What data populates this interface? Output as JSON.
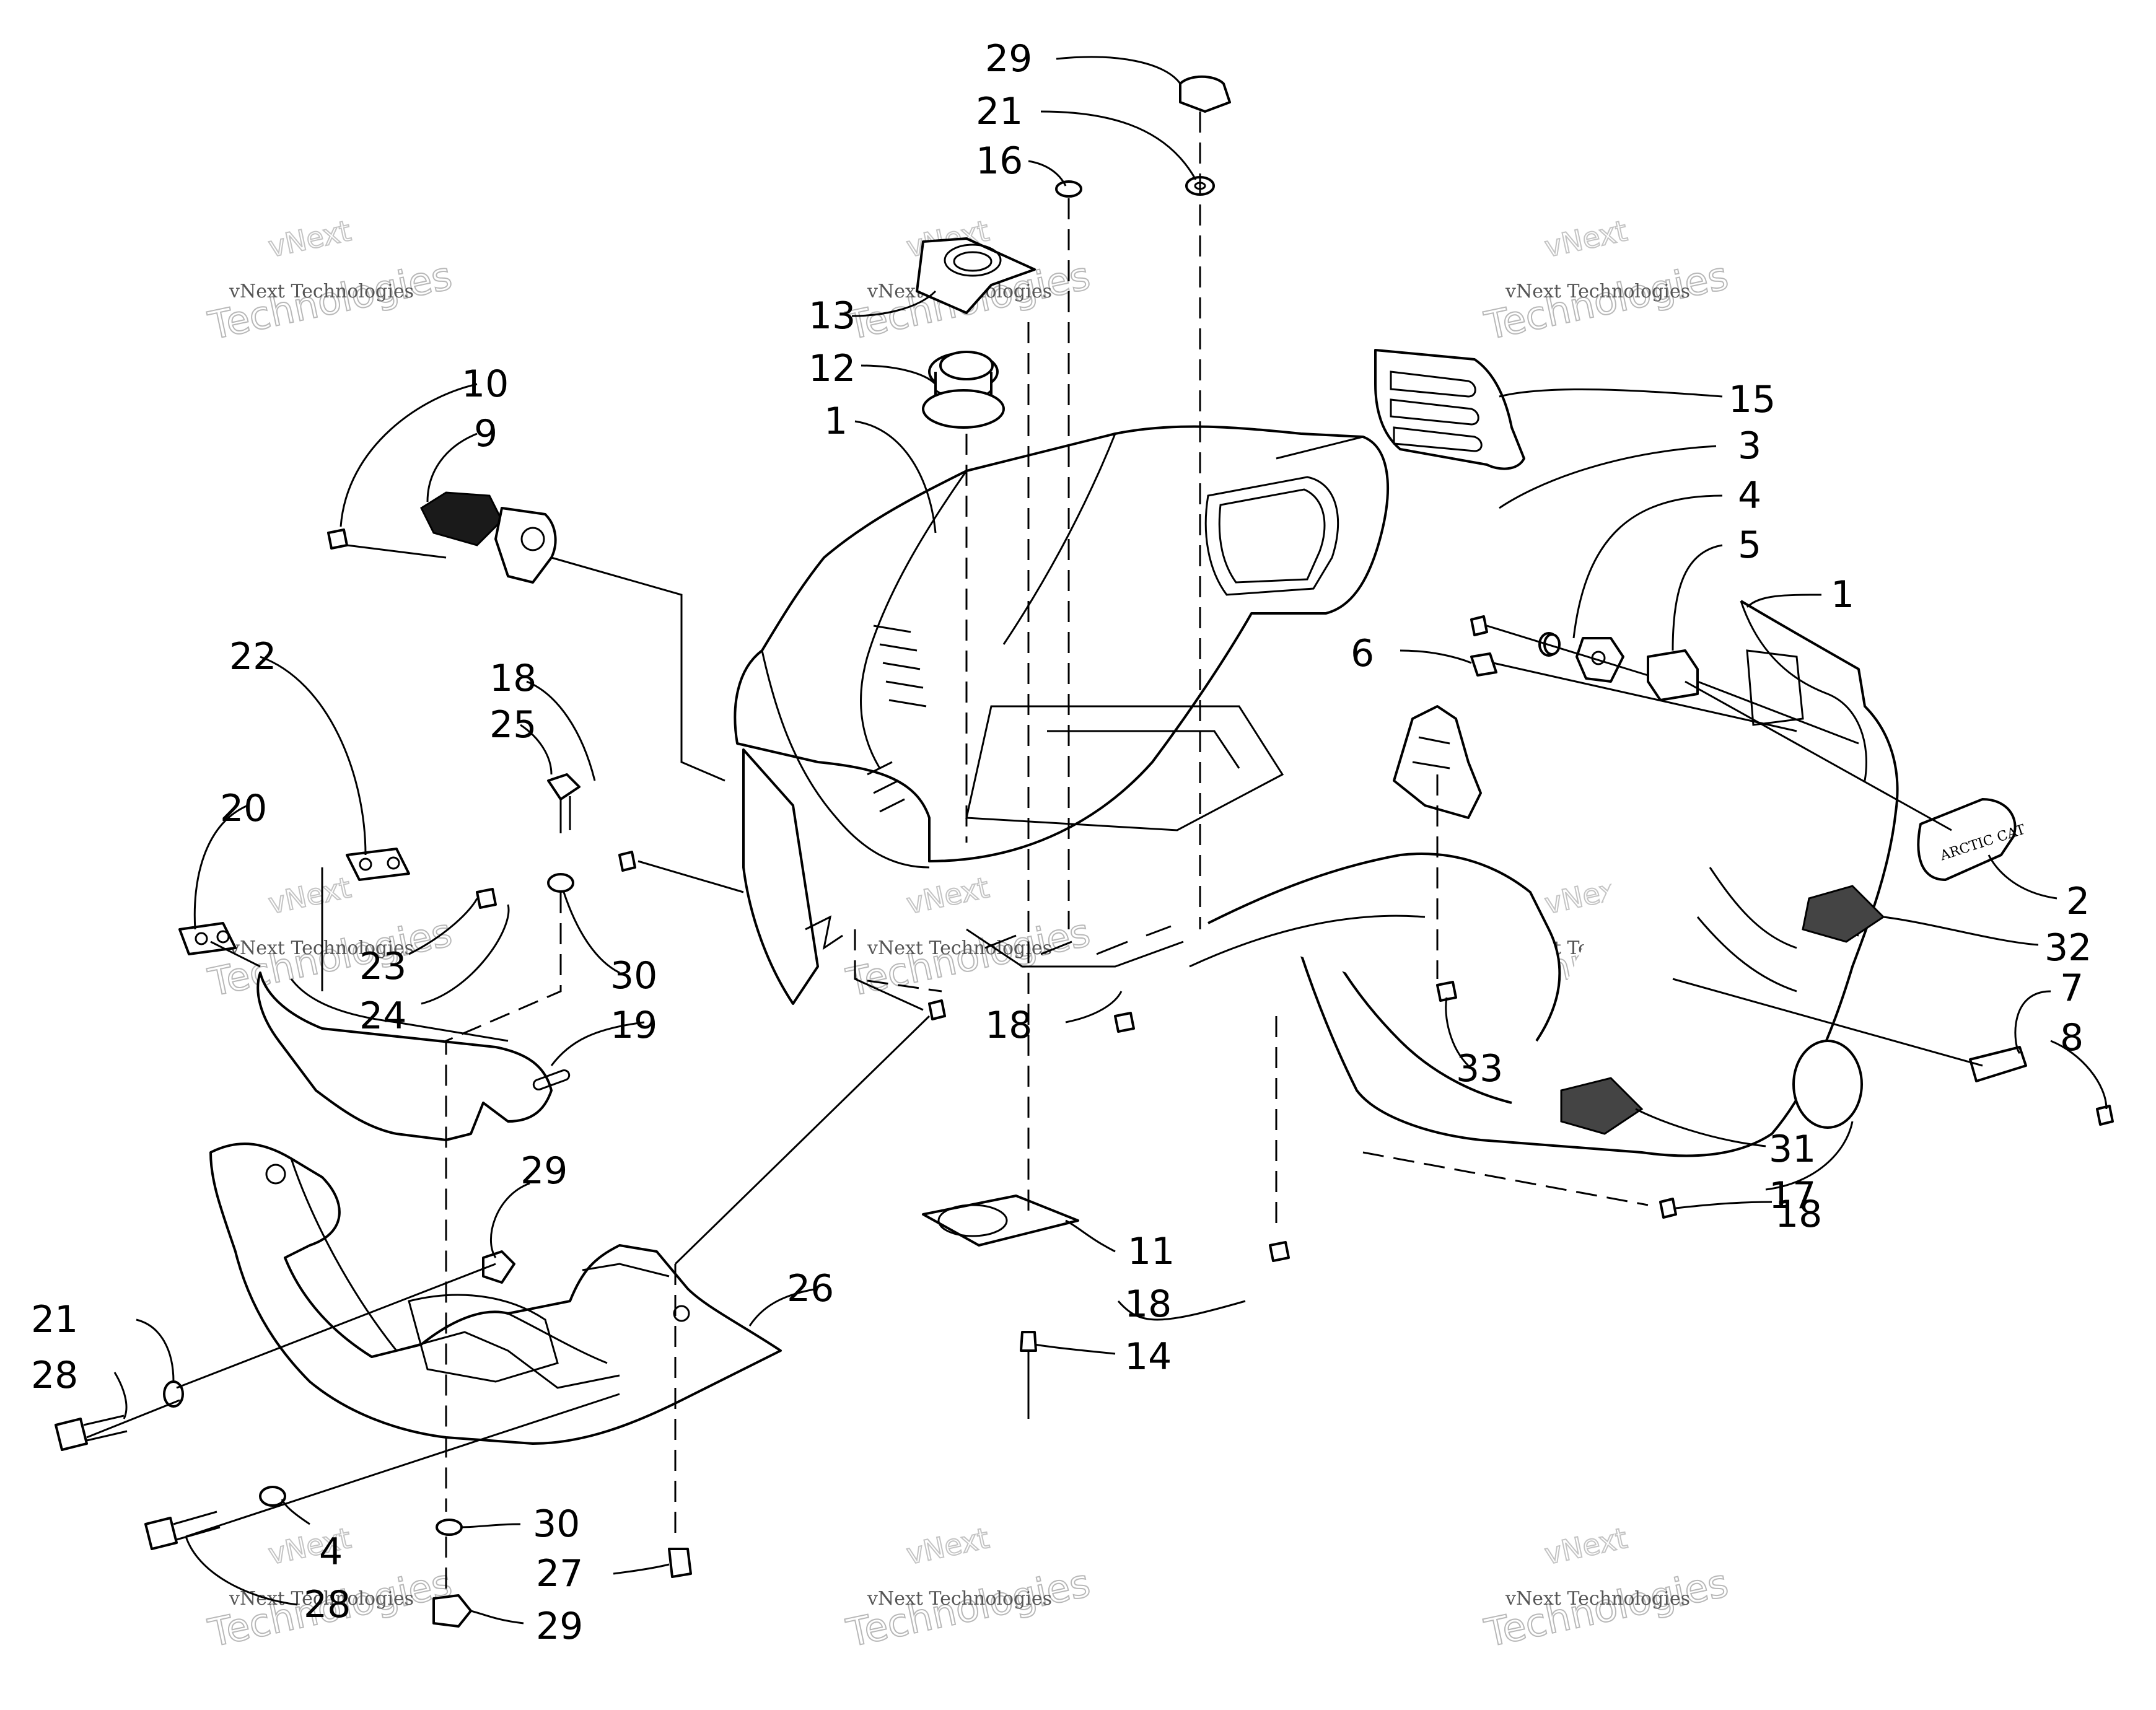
{
  "diagram": {
    "callouts": [
      "29",
      "21",
      "16",
      "13",
      "12",
      "1",
      "10",
      "9",
      "15",
      "3",
      "4",
      "5",
      "1",
      "6",
      "18",
      "25",
      "22",
      "20",
      "23",
      "24",
      "30",
      "19",
      "18",
      "33",
      "2",
      "32",
      "7",
      "8",
      "31",
      "17",
      "18",
      "29",
      "11",
      "26",
      "21",
      "28",
      "18",
      "14",
      "30",
      "4",
      "28",
      "27",
      "29"
    ],
    "watermark": {
      "line1": "vNext Technologies",
      "line2": "Technologies",
      "line3": "vNext"
    },
    "logo_text": "ARCTIC CAT"
  }
}
